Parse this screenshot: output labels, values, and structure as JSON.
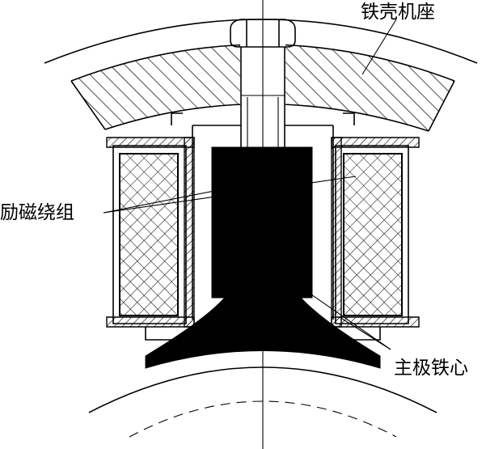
{
  "labels": {
    "frame": "铁壳机座",
    "winding": "励磁绕组",
    "pole_core": "主极铁心"
  }
}
